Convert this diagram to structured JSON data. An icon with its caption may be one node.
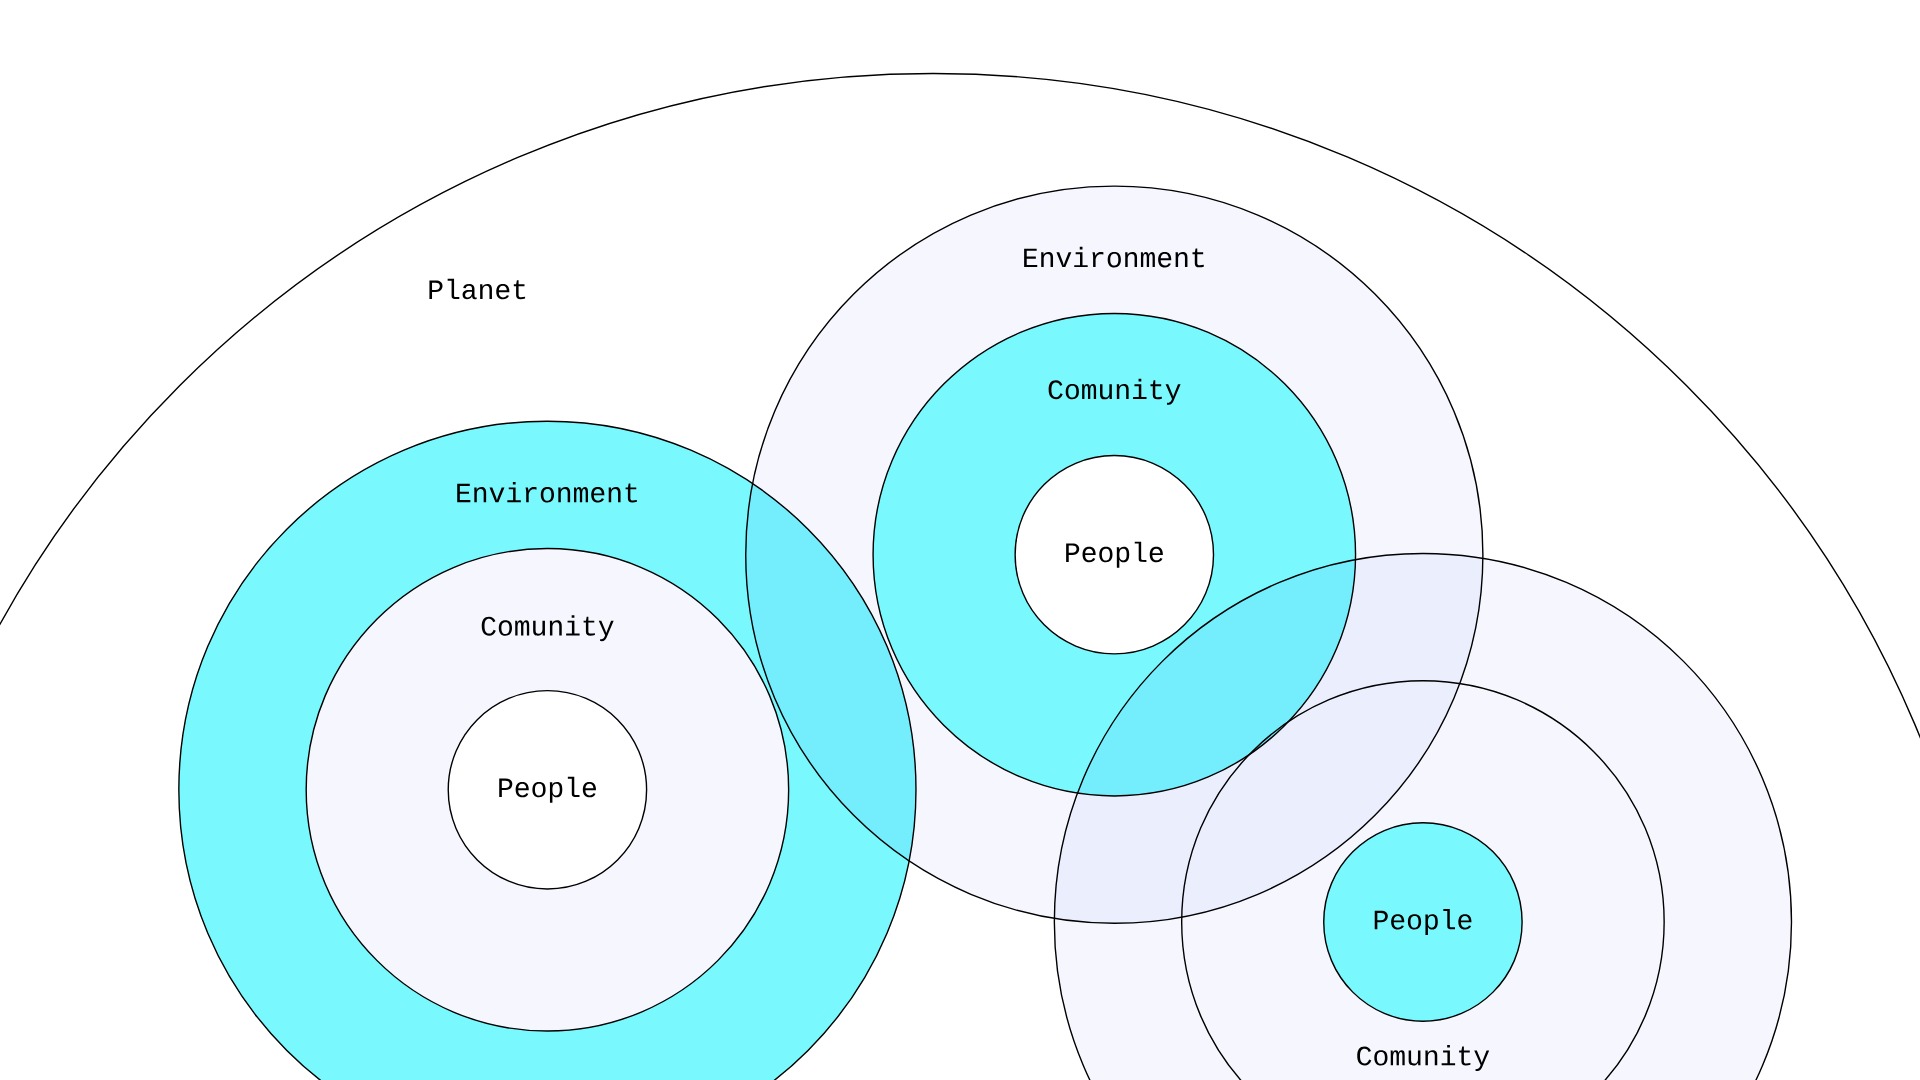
{
  "diagram": {
    "nodes": [
      {
        "text": [
          "Planet"
        ]
      },
      {
        "text": [
          "Environment"
        ],
        "in": 0
      },
      {
        "text": [
          "Comunity"
        ],
        "in": 1
      },
      {
        "text": [
          "People"
        ],
        "in": 2
      },
      {
        "text": [
          "Environment"
        ],
        "in": 0
      },
      {
        "text": [
          "Comunity"
        ],
        "in": 4
      },
      {
        "text": [
          "People"
        ],
        "in": 5
      },
      {
        "text": [],
        "shape": "circle",
        "in": 0
      },
      {
        "text": [
          "Comunity"
        ],
        "in": 7
      },
      {
        "text": [
          "People"
        ],
        "in": 8
      }
    ]
  }
}
